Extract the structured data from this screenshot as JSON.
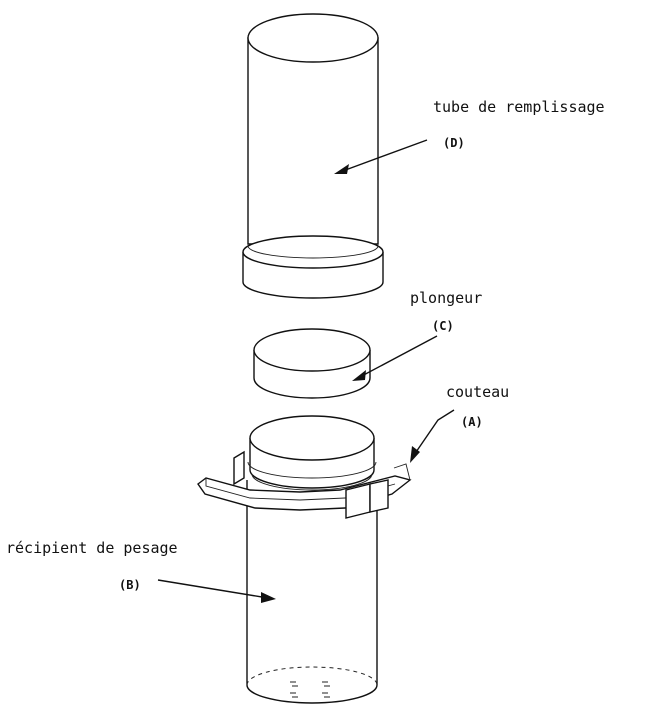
{
  "labels": {
    "tube": {
      "name": "tube de remplissage",
      "code": "(D)"
    },
    "plunger": {
      "name": "plongeur",
      "code": "(C)"
    },
    "knife": {
      "name": "couteau",
      "code": "(A)"
    },
    "container": {
      "name": "récipient de pesage",
      "code": "(B)"
    }
  },
  "colors": {
    "line": "#111111",
    "background": "#ffffff"
  }
}
